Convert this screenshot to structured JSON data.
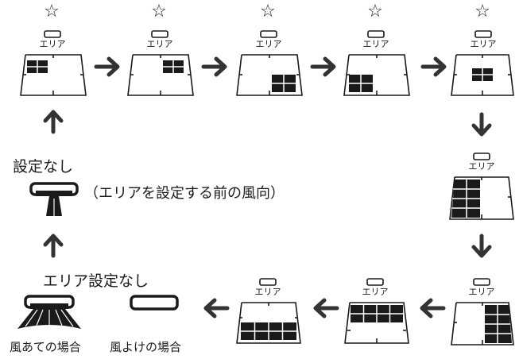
{
  "star_symbol": "☆",
  "area_label": "エリア",
  "left_text": {
    "no_setting": "設定なし",
    "before_setting_note": "（エリアを設定する前の風向）",
    "area_no_setting": "エリア設定なし",
    "wind_on_case": "風あての場合",
    "wind_avoid_case": "風よけの場合"
  },
  "icons": {
    "star": "star-icon",
    "arrow": "arrow-icon",
    "ac_unit": "air-conditioner-icon",
    "room_grid": "room-area-grid-icon"
  },
  "colors": {
    "ink": "#1a1a1a",
    "arrow": "#333333"
  }
}
